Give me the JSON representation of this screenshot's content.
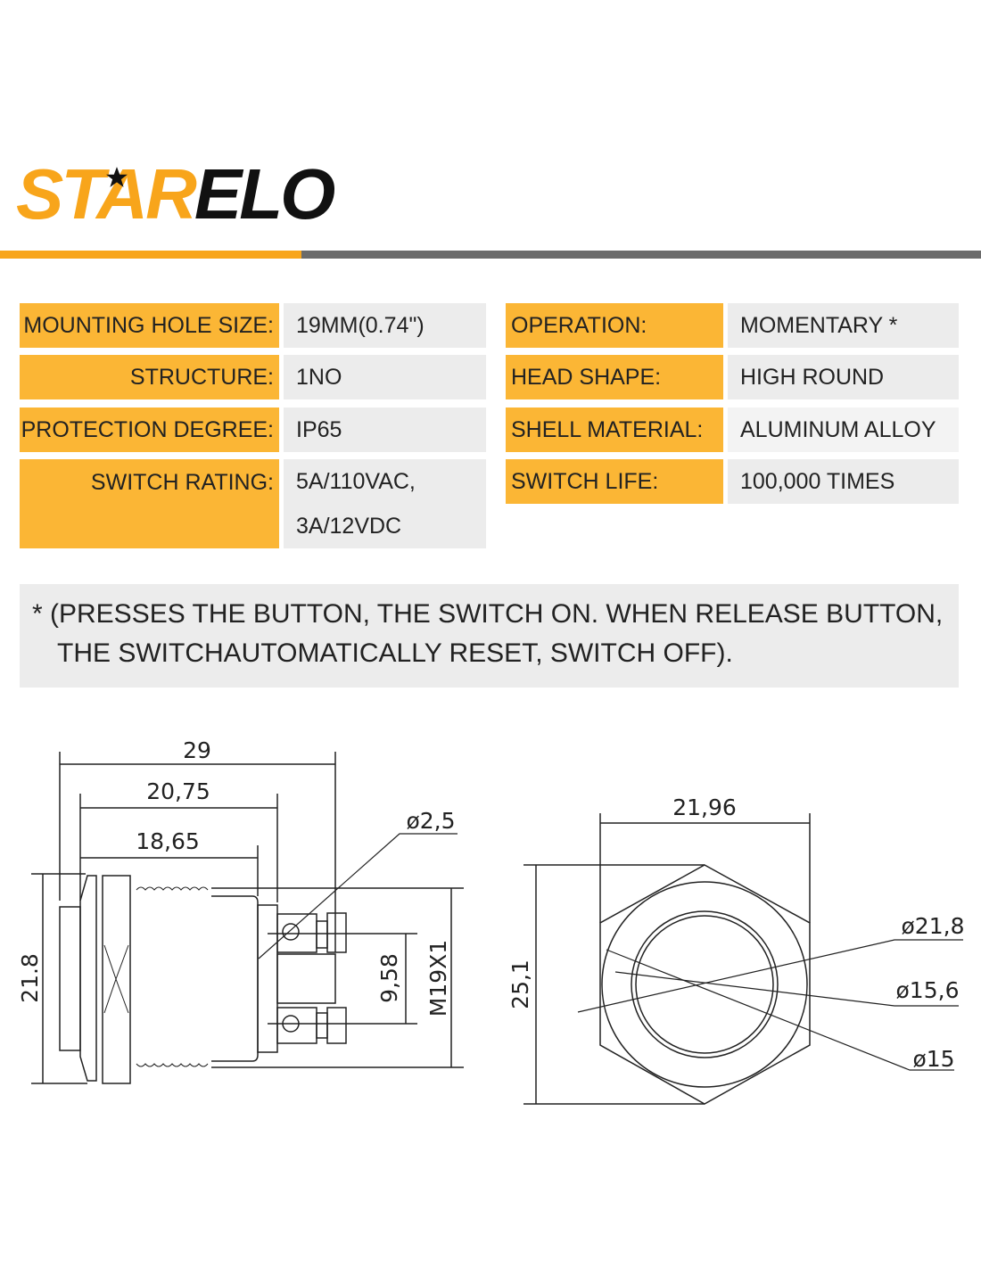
{
  "brand": {
    "logo_text": "STARELO",
    "accent_color": "#f8a51b",
    "dark_color": "#6b6b6b"
  },
  "specs_left": [
    {
      "label": "MOUNTING HOLE SIZE:",
      "value": "19MM(0.74\")"
    },
    {
      "label": "STRUCTURE:",
      "value": "1NO"
    },
    {
      "label": "PROTECTION DEGREE:",
      "value": "IP65"
    },
    {
      "label": "SWITCH RATING:",
      "value": "5A/110VAC,",
      "value2": "3A/12VDC"
    }
  ],
  "specs_right": [
    {
      "label": "OPERATION:",
      "value": "MOMENTARY *"
    },
    {
      "label": "HEAD SHAPE:",
      "value": "HIGH ROUND"
    },
    {
      "label": "SHELL MATERIAL:",
      "value": "ALUMINUM ALLOY"
    },
    {
      "label": "SWITCH LIFE:",
      "value": "100,000 TIMES"
    }
  ],
  "note": {
    "line1": "* (PRESSES THE BUTTON, THE SWITCH ON. WHEN RELEASE BUTTON,",
    "line2": "THE SWITCHAUTOMATICALLY RESET, SWITCH OFF)."
  },
  "side_view": {
    "dim_total": "29",
    "dim_body": "20,75",
    "dim_thread": "18,65",
    "dim_height": "21.8",
    "dim_terminal_hole": "ø2,5",
    "dim_terminal_pitch": "9,58",
    "dim_thread_spec": "M19X1"
  },
  "front_view": {
    "dim_hex_flat": "21,96",
    "dim_hex_corner": "25,1",
    "dim_outer": "ø21,8",
    "dim_ring": "ø15,6",
    "dim_button": "ø15"
  }
}
